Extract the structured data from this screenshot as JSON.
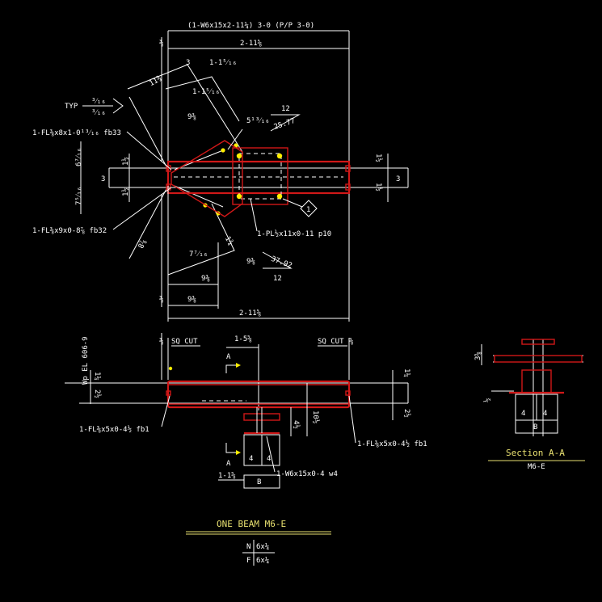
{
  "top": {
    "member_callout": "(1-W6x15x2-11¼)  3-0  (P/P 3-0)",
    "overall_dim": "2-11⅝",
    "edge_dim": "⅜",
    "dims": [
      "3",
      "1-1⁵⁄₁₆",
      "11¾",
      "1-1⁵⁄₁₆",
      "9⅜",
      "5¹³⁄₁₆",
      "12",
      "25.77",
      "6⁷⁄₁₆",
      "1½",
      "7⁵⁄₁₆",
      "1½",
      "3",
      "1½",
      "1½",
      "3",
      "8⅞",
      "7⁷⁄₁₆",
      "1¾",
      "9⅜",
      "37.92",
      "12",
      "9⅜",
      "9⅜",
      "2-11⅝",
      "⅜"
    ],
    "typ_label": "TYP",
    "weld_a": "³⁄₁₆",
    "weld_b": "³⁄₁₆",
    "fl_upper": "1-FL⅜x8x1-0¹³⁄₁₆ fb33",
    "fl_lower": "1-FL⅜x9x0-8⅞ fb32",
    "pl": "1-PL½x11x0-11 p10",
    "section_tag": "1"
  },
  "bottom": {
    "wp_el": "Wp EL 606-9",
    "sq_cut_left": "SQ CUT",
    "sq_cut_right": "SQ CUT",
    "edge_left": "⅜",
    "edge_right": "⅜",
    "dim_top": "1-5⅝",
    "section_mark": "A",
    "section_mark_2": "A",
    "dims": [
      "1¼",
      "2½",
      "1¼",
      "2½",
      "10½",
      "4½",
      "4",
      "4",
      "1-1⅝",
      "B"
    ],
    "fl_left": "1-FL⅜x5x0-4½ fb1",
    "fl_right": "1-FL⅜x5x0-4½ fb1",
    "w_member": "1-W6x15x0-4 w4"
  },
  "section": {
    "dims": [
      "3⅝",
      "½",
      "4",
      "4",
      "B"
    ],
    "title": "Section A-A",
    "sub": "M6-E"
  },
  "beam": {
    "title": "ONE BEAM M6-E",
    "row1_key": "N",
    "row1_val": "6x¼",
    "row2_key": "F",
    "row2_val": "6x¼"
  }
}
